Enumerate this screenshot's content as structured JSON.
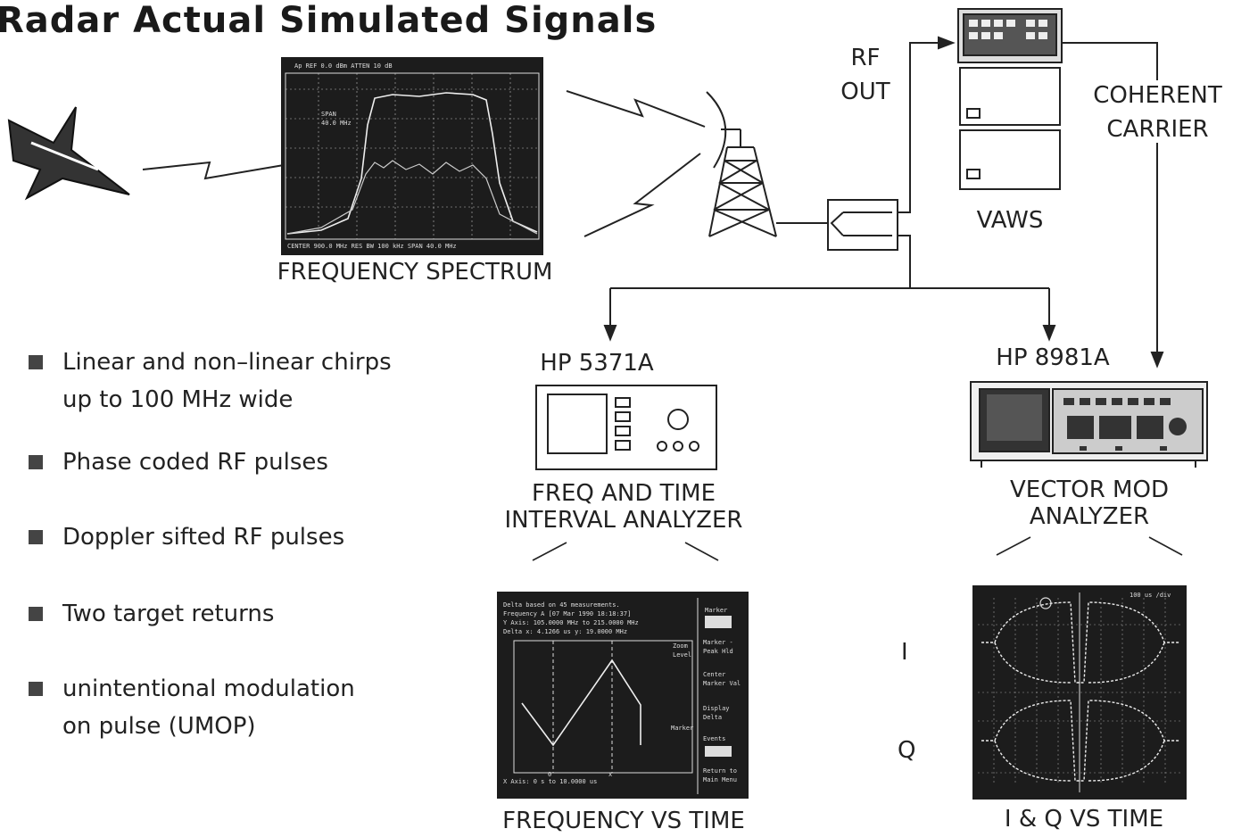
{
  "title": "Radar Actual Simulated Signals",
  "spectrum": {
    "caption": "FREQUENCY SPECTRUM"
  },
  "rf_out": {
    "line1": "RF",
    "line2": "OUT"
  },
  "vaws": {
    "label": "VAWS"
  },
  "coherent_carrier": {
    "line1": "COHERENT",
    "line2": "CARRIER"
  },
  "hp5371a": {
    "model": "HP 5371A",
    "caption_line1": "FREQ AND TIME",
    "caption_line2": "INTERVAL ANALYZER",
    "plot_caption": "FREQUENCY VS TIME"
  },
  "hp8981a": {
    "model": "HP 8981A",
    "caption_line1": "VECTOR MOD",
    "caption_line2": "ANALYZER",
    "i_label": "I",
    "q_label": "Q",
    "plot_caption": "I & Q VS TIME"
  },
  "bullets": [
    {
      "line1": "Linear and non–linear chirps",
      "line2": "up to 100 MHz wide"
    },
    {
      "line1": "Phase coded RF pulses",
      "line2": ""
    },
    {
      "line1": "Doppler sifted RF pulses",
      "line2": ""
    },
    {
      "line1": "Two target returns",
      "line2": ""
    },
    {
      "line1": "unintentional modulation",
      "line2": "on pulse (UMOP)"
    }
  ],
  "colors": {
    "ink": "#1a1a1a",
    "screen": "#1c1c1c",
    "trace": "#e8e8e8"
  }
}
